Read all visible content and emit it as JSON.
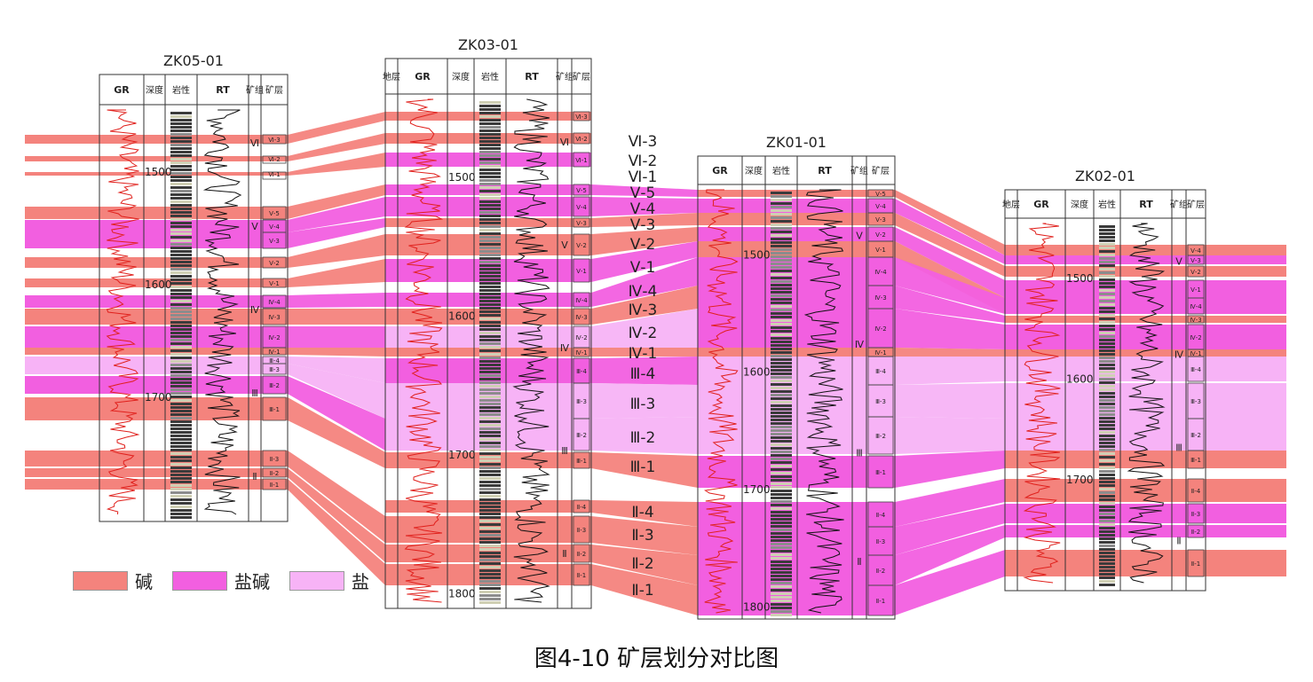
{
  "caption": "图4-10 矿层划分对比图",
  "colors": {
    "alkali": "#f4837d",
    "saltalkali": "#f25fe0",
    "salt": "#f7b3f6"
  },
  "legend": [
    {
      "label": "碱",
      "color": "#f4837d"
    },
    {
      "label": "盐碱",
      "color": "#f25fe0"
    },
    {
      "label": "盐",
      "color": "#f7b3f6"
    }
  ],
  "column_headers": {
    "stratum": "地层",
    "gr": "GR",
    "depth": "深度",
    "lith": "岩性",
    "rt": "RT",
    "group": "矿组",
    "layer": "矿层"
  },
  "middle_labels": [
    "Ⅵ-3",
    "Ⅵ-2",
    "Ⅵ-1",
    "Ⅴ-5",
    "Ⅴ-4",
    "Ⅴ-3",
    "Ⅴ-2",
    "Ⅴ-1",
    "Ⅳ-4",
    "Ⅳ-3",
    "Ⅳ-2",
    "Ⅳ-1",
    "Ⅲ-4",
    "Ⅲ-3",
    "Ⅲ-2",
    "Ⅲ-1",
    "Ⅱ-4",
    "Ⅱ-3",
    "Ⅱ-2",
    "Ⅱ-1"
  ],
  "wells": [
    {
      "name": "ZK05-01",
      "has_stratum_col": false,
      "depth_labels": [
        "1500",
        "1600",
        "1700"
      ],
      "group_labels": [
        "Ⅵ",
        "Ⅴ",
        "Ⅳ",
        "Ⅲ",
        "Ⅱ"
      ],
      "layer_labels": [
        "Ⅵ-3",
        "Ⅵ-2",
        "Ⅵ-1",
        "Ⅴ-5",
        "Ⅴ-4",
        "Ⅴ-3",
        "Ⅴ-2",
        "Ⅴ-1",
        "Ⅳ-4",
        "Ⅳ-3",
        "Ⅳ-2",
        "Ⅳ-1",
        "Ⅲ-4",
        "Ⅲ-3",
        "Ⅲ-2",
        "Ⅲ-1",
        "Ⅱ-3",
        "Ⅱ-2",
        "Ⅱ-1"
      ]
    },
    {
      "name": "ZK03-01",
      "has_stratum_col": true,
      "depth_labels": [
        "1500",
        "1600",
        "1700",
        "1800"
      ],
      "group_labels": [
        "Ⅵ",
        "Ⅴ",
        "Ⅳ",
        "Ⅲ",
        "Ⅱ"
      ],
      "layer_labels": [
        "Ⅵ-3",
        "Ⅵ-2",
        "Ⅵ-1",
        "Ⅴ-5",
        "Ⅴ-4",
        "Ⅴ-3",
        "Ⅴ-2",
        "Ⅴ-1",
        "Ⅳ-4",
        "Ⅳ-3",
        "Ⅳ-2",
        "Ⅳ-1",
        "Ⅲ-4",
        "Ⅲ-3",
        "Ⅲ-2",
        "Ⅲ-1",
        "Ⅱ-4",
        "Ⅱ-3",
        "Ⅱ-2",
        "Ⅱ-1"
      ]
    },
    {
      "name": "ZK01-01",
      "has_stratum_col": false,
      "depth_labels": [
        "1500",
        "1600",
        "1700",
        "1800"
      ],
      "group_labels": [
        "Ⅴ",
        "Ⅳ",
        "Ⅲ",
        "Ⅱ"
      ],
      "layer_labels": [
        "Ⅴ-5",
        "Ⅴ-4",
        "Ⅴ-3",
        "Ⅴ-2",
        "Ⅴ-1",
        "Ⅳ-4",
        "Ⅳ-3",
        "Ⅳ-2",
        "Ⅳ-1",
        "Ⅲ-4",
        "Ⅲ-3",
        "Ⅲ-2",
        "Ⅲ-1",
        "Ⅱ-4",
        "Ⅱ-3",
        "Ⅱ-2",
        "Ⅱ-1"
      ]
    },
    {
      "name": "ZK02-01",
      "has_stratum_col": true,
      "depth_labels": [
        "1500",
        "1600",
        "1700"
      ],
      "group_labels": [
        "Ⅴ",
        "Ⅳ",
        "Ⅲ",
        "Ⅱ"
      ],
      "layer_labels": [
        "Ⅴ-4",
        "Ⅴ-3",
        "Ⅴ-2",
        "Ⅴ-1",
        "Ⅳ-4",
        "Ⅳ-3",
        "Ⅳ-2",
        "Ⅳ-1",
        "Ⅲ-4",
        "Ⅲ-3",
        "Ⅲ-2",
        "Ⅲ-1",
        "Ⅱ-4",
        "Ⅱ-3",
        "Ⅱ-2",
        "Ⅱ-1"
      ]
    }
  ]
}
